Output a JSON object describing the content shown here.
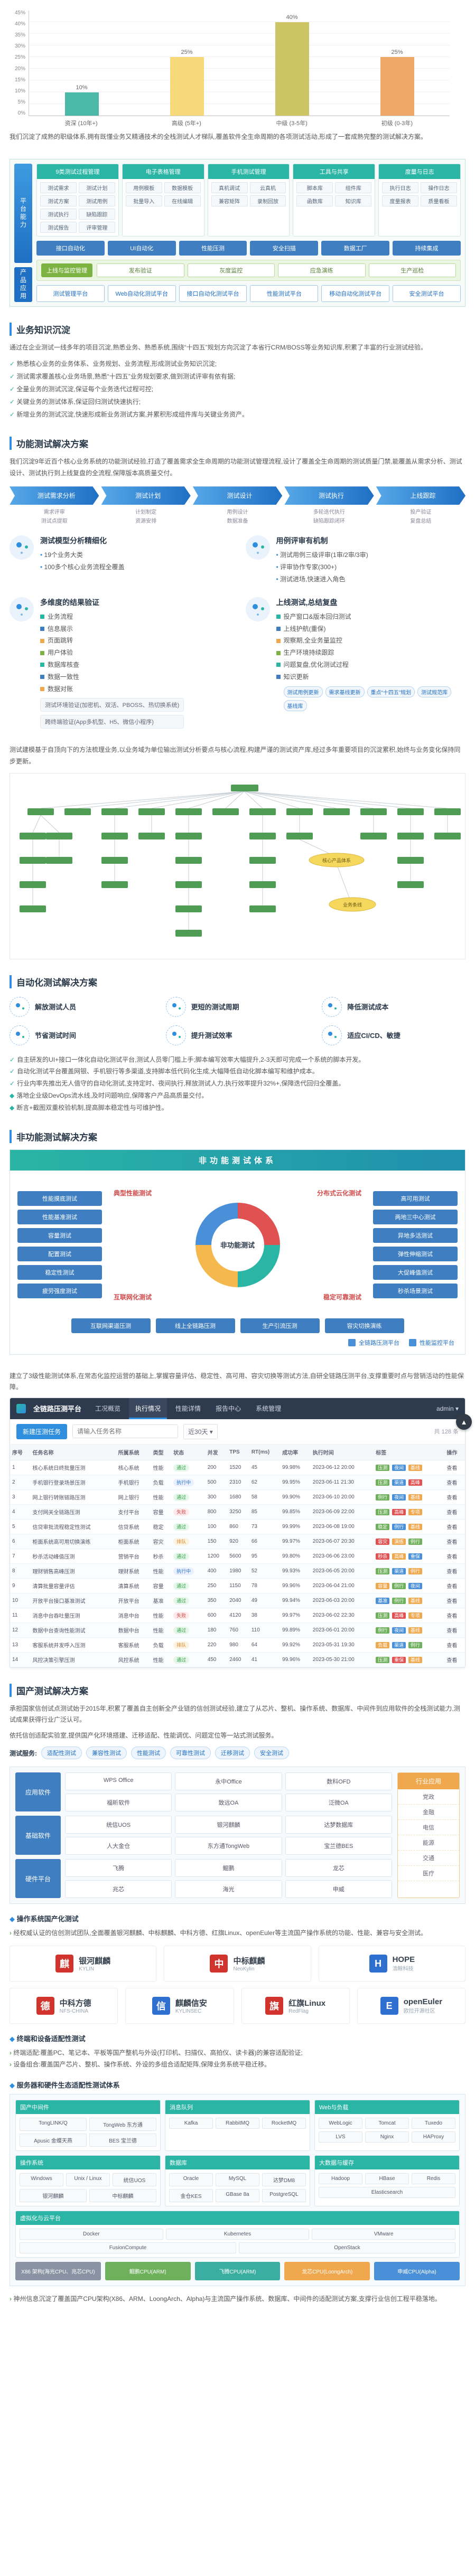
{
  "chart_data": {
    "type": "bar",
    "categories": [
      "资深 (10年+)",
      "高级 (5年+)",
      "中级 (3-5年)",
      "初级 (0-3年)"
    ],
    "values": [
      10,
      25,
      40,
      25
    ],
    "title": "",
    "xlabel": "",
    "ylabel": "",
    "ylim": [
      0,
      45
    ],
    "grid": true,
    "legend": "none"
  },
  "chart": {
    "yticks": [
      "45%",
      "40%",
      "35%",
      "30%",
      "25%",
      "20%",
      "15%",
      "10%",
      "5%",
      "0%"
    ],
    "bars": [
      {
        "label": "资深 (10年+)",
        "display": "10%",
        "cls": "c-teal",
        "h": 22
      },
      {
        "label": "高级 (5年+)",
        "display": "25%",
        "cls": "c-yellow",
        "h": 56
      },
      {
        "label": "中级 (3-5年)",
        "display": "40%",
        "cls": "c-olive",
        "h": 89
      },
      {
        "label": "初级 (0-3年)",
        "display": "25%",
        "cls": "c-orange",
        "h": 56
      }
    ]
  },
  "intro": {
    "text": "我们沉淀了成熟的职级体系,拥有既懂业务又精通技术的全栈测试人才梯队,覆盖软件全生命周期的各项测试活动,形成了一套成熟完整的测试解决方案。"
  },
  "platform": {
    "side_main": "平台能力",
    "side_bottom": "产品应用",
    "cols": [
      {
        "h": "9类测试过程管理",
        "chips": [
          "测试需求",
          "测试计划",
          "测试方案",
          "测试用例",
          "测试执行",
          "缺陷跟踪",
          "测试报告",
          "评审管理"
        ]
      },
      {
        "h": "电子表格管理",
        "chips": [
          "用例模板",
          "数据模板",
          "批量导入",
          "在线编辑"
        ]
      },
      {
        "h": "手机测试管理",
        "chips": [
          "真机调试",
          "云真机",
          "兼容矩阵",
          "录制回放"
        ]
      },
      {
        "h": "工具与共享",
        "chips": [
          "脚本库",
          "组件库",
          "函数库",
          "知识库"
        ]
      },
      {
        "h": "度量与日志",
        "chips": [
          "执行日志",
          "操作日志",
          "度量报表",
          "质量看板"
        ]
      }
    ],
    "blue_row": [
      "接口自动化",
      "UI自动化",
      "性能压测",
      "安全扫描",
      "数据工厂",
      "持续集成"
    ],
    "green": {
      "title": "上线与监控管理",
      "chips": [
        "发布验证",
        "灰度监控",
        "应急演练",
        "生产巡检"
      ]
    },
    "products": [
      "测试管理平台",
      "Web自动化测试平台",
      "接口自动化测试平台",
      "性能测试平台",
      "移动自动化测试平台",
      "安全测试平台"
    ]
  },
  "biz": {
    "title": "业务知识沉淀",
    "intro": "通过在企业测试一线多年的项目沉淀,熟悉业务、熟悉系统,围绕“十四五”规划方向沉淀了本省行CRM/BOSS等业务知识库,积累了丰富的行业测试经验。",
    "checks": [
      "熟悉核心业务的业务体系、业务规划、业务流程,形成测试业务知识沉淀;",
      "测试需求覆盖核心业务场景,熟悉“十四五”业务规划要求,做到测试评审有依有据;",
      "全量业务的测试沉淀,保证每个业务迭代过程可控;",
      "关键业务的测试体系,保证回归测试快速执行;",
      "新增业务的测试沉淀,快速形成新业务测试方案,并累积形成组件库与关键业务资产。"
    ]
  },
  "func": {
    "title": "功能测试解决方案",
    "intro": "我们沉淀9年近百个核心业务系统的功能测试经验,打造了覆盖需求全生命周期的功能测试管理流程,设计了覆盖全生命周期的测试质量门禁,能覆盖从需求分析、测试设计、测试执行到上线复盘的全流程,保障版本高质量交付。",
    "stages": [
      {
        "t": "测试需求分析",
        "subs": [
          "需求评审",
          "测试点提取"
        ]
      },
      {
        "t": "测试计划",
        "subs": [
          "计划制定",
          "资源安排"
        ]
      },
      {
        "t": "测试设计",
        "subs": [
          "用例设计",
          "数据准备"
        ]
      },
      {
        "t": "测试执行",
        "subs": [
          "多轮迭代执行",
          "缺陷跟踪闭环"
        ]
      },
      {
        "t": "上线跟踪",
        "subs": [
          "投产验证",
          "复盘总结"
        ]
      }
    ],
    "model": {
      "t": "测试模型分析精细化",
      "items": [
        "19个业务大类",
        "100多个核心业务流程全覆盖"
      ]
    },
    "review": {
      "t": "用例评审有机制",
      "items": [
        "测试用例三级评审(1审/2审/3审)",
        "评审协作专家(300+)",
        "测试进场,快速进入角色"
      ]
    },
    "verify": {
      "t": "多维度的结果验证",
      "items": [
        {
          "t": "业务流程",
          "c": "sq-teal"
        },
        {
          "t": "信息展示",
          "c": "sq-blue"
        },
        {
          "t": "页面跳转",
          "c": "sq-orange"
        },
        {
          "t": "用户体验",
          "c": "sq-green"
        },
        {
          "t": "数据库核查",
          "c": "sq-teal"
        },
        {
          "t": "数据一致性",
          "c": "sq-blue"
        },
        {
          "t": "数据对账",
          "c": "sq-orange"
        }
      ],
      "notes": [
        "测试环境验证(加密机、双活、PBOSS、热切换系统)",
        "跨终端验证(App多机型、H5、微信小程序)"
      ]
    },
    "online": {
      "t": "上线测试,总结复盘",
      "items": [
        {
          "t": "投产窗口&版本回归测试",
          "c": "sq-teal"
        },
        {
          "t": "上线护航(重保)",
          "c": "sq-blue"
        },
        {
          "t": "观察期,全业务量监控",
          "c": "sq-orange"
        },
        {
          "t": "生产环境持续跟踪",
          "c": "sq-green"
        },
        {
          "t": "问题复盘,优化测试过程",
          "c": "sq-teal"
        },
        {
          "t": "知识更新",
          "c": "sq-blue"
        }
      ],
      "subs": [
        "测试用例更新",
        "需求基线更新",
        "重点“十四五”规划",
        "测试规范库",
        "基线库"
      ]
    }
  },
  "mindmap": {
    "para": "测试建模基于自顶向下的方法梳理业务,以业务域为单位输出测试分析要点与核心流程,构建严谨的测试资产库,经过多年重要项目的沉淀累积,始终与业务变化保持同步更新。",
    "label1": "核心产品体系",
    "label2": "业务条线"
  },
  "auto": {
    "title": "自动化测试解决方案",
    "tiles": [
      "解放测试人员",
      "更短的测试周期",
      "降低测试成本",
      "节省测试时间",
      "提升测试效率",
      "适应CI/CD、敏捷"
    ],
    "lines": [
      {
        "p": "✓",
        "t": "自主研发的UI+接口一体化自动化测试平台,测试人员零门槛上手;脚本编写效率大幅提升,2-3天即可完成一个系统的脚本开发。"
      },
      {
        "p": "✓",
        "t": "自动化测试平台覆盖网银、手机银行等多渠道,支持脚本低代码化生成,大幅降低自动化脚本编写和维护成本。"
      },
      {
        "p": "✓",
        "t": "行业内率先推出无人值守的自动化测试,支持定时、夜间执行,释放测试人力,执行效率提升32%+,保障迭代回归全覆盖。"
      },
      {
        "p": "◆",
        "t": "落地企业级DevOps流水线,及时问题响应,保障客户产品高质量交付。"
      },
      {
        "p": "◆",
        "t": "断言+截图双重校验机制,提高脚本稳定性与可维护性。"
      }
    ]
  },
  "nonfunc": {
    "title": "非功能测试解决方案",
    "banner": "非功能测试体系",
    "center": "非功能测试",
    "quadrants": [
      "典型性能测试",
      "分布式云化测试",
      "互联网化测试",
      "稳定可靠测试"
    ],
    "left": [
      "性能摸底测试",
      "性能基准测试",
      "容量测试",
      "配置测试",
      "稳定性测试",
      "疲劳强度测试"
    ],
    "right": [
      "高可用测试",
      "两地三中心测试",
      "异地多活测试",
      "弹性伸缩测试",
      "大促峰值测试",
      "秒杀场景测试"
    ],
    "bottom": [
      "互联网渠道压测",
      "线上全链路压测",
      "生产引流压测",
      "容灾切换演练"
    ],
    "platforms": [
      "全链路压测平台",
      "性能监控平台"
    ]
  },
  "perf": {
    "intro": "建立了3级性能测试体系,在常态化监控运营的基础上,掌握容量评估、稳定性、高可用、容灾切换等测试方法,自研全链路压测平台,支撑重要时点与营销活动的性能保障。",
    "brand": "全链路压测平台",
    "tabs": [
      {
        "t": "工况概览",
        "cls": ""
      },
      {
        "t": "执行情况",
        "cls": "active"
      },
      {
        "t": "性能详情",
        "cls": ""
      },
      {
        "t": "报告中心",
        "cls": ""
      },
      {
        "t": "系统管理",
        "cls": ""
      }
    ],
    "user": "admin ▾",
    "btn": "新建压测任务",
    "search_ph": "请输入任务名称",
    "filter": "近30天 ▾",
    "total": "共 128 条",
    "view_label": "查看",
    "headers": [
      "序号",
      "任务名称",
      "所属系统",
      "类型",
      "状态",
      "并发",
      "TPS",
      "RT(ms)",
      "成功率",
      "执行时间",
      "标签",
      "操作"
    ],
    "rows": [
      {
        "c": [
          "1",
          "核心系统日终批量压测",
          "核心系统",
          "性能",
          "200",
          "1520",
          "45",
          "99.98%",
          "2023-06-12 20:00"
        ],
        "st": "通过",
        "stc": "ok",
        "tg": [
          {
            "t": "压测",
            "c": "g"
          },
          {
            "t": "夜间",
            "c": "b"
          },
          {
            "t": "基线",
            "c": "o"
          }
        ]
      },
      {
        "c": [
          "2",
          "手机银行登录场景压测",
          "手机银行",
          "负载",
          "500",
          "2310",
          "62",
          "99.95%",
          "2023-06-11 21:30"
        ],
        "st": "执行中",
        "stc": "run",
        "tg": [
          {
            "t": "压测",
            "c": "g"
          },
          {
            "t": "渠道",
            "c": "b"
          },
          {
            "t": "高峰",
            "c": "r"
          }
        ]
      },
      {
        "c": [
          "3",
          "网上银行转账链路压测",
          "网上银行",
          "性能",
          "300",
          "1680",
          "58",
          "99.90%",
          "2023-06-10 20:00"
        ],
        "st": "通过",
        "stc": "ok",
        "tg": [
          {
            "t": "例行",
            "c": "g"
          },
          {
            "t": "夜间",
            "c": "b"
          },
          {
            "t": "基线",
            "c": "o"
          }
        ]
      },
      {
        "c": [
          "4",
          "支付网关全链路压测",
          "支付平台",
          "容量",
          "800",
          "3250",
          "85",
          "99.85%",
          "2023-06-09 22:00"
        ],
        "st": "失败",
        "stc": "fail",
        "tg": [
          {
            "t": "压测",
            "c": "g"
          },
          {
            "t": "高峰",
            "c": "r"
          },
          {
            "t": "专项",
            "c": "o"
          }
        ]
      },
      {
        "c": [
          "5",
          "信贷审批流程稳定性测试",
          "信贷系统",
          "稳定",
          "100",
          "860",
          "73",
          "99.99%",
          "2023-06-08 19:00"
        ],
        "st": "通过",
        "stc": "ok",
        "tg": [
          {
            "t": "稳定",
            "c": "g"
          },
          {
            "t": "例行",
            "c": "b"
          },
          {
            "t": "基线",
            "c": "o"
          }
        ]
      },
      {
        "c": [
          "6",
          "柜面系统高可用切换演练",
          "柜面系统",
          "容灾",
          "150",
          "920",
          "66",
          "99.97%",
          "2023-06-07 20:30"
        ],
        "st": "排队",
        "stc": "wait",
        "tg": [
          {
            "t": "容灾",
            "c": "r"
          },
          {
            "t": "演练",
            "c": "o"
          },
          {
            "t": "例行",
            "c": "g"
          }
        ]
      },
      {
        "c": [
          "7",
          "秒杀活动峰值压测",
          "营销平台",
          "秒杀",
          "1200",
          "5600",
          "95",
          "99.80%",
          "2023-06-06 23:00"
        ],
        "st": "通过",
        "stc": "ok",
        "tg": [
          {
            "t": "秒杀",
            "c": "r"
          },
          {
            "t": "高峰",
            "c": "o"
          },
          {
            "t": "重保",
            "c": "b"
          }
        ]
      },
      {
        "c": [
          "8",
          "理财销售高峰压测",
          "理财系统",
          "性能",
          "400",
          "1980",
          "52",
          "99.93%",
          "2023-06-05 20:00"
        ],
        "st": "执行中",
        "stc": "run",
        "tg": [
          {
            "t": "压测",
            "c": "g"
          },
          {
            "t": "渠道",
            "c": "b"
          },
          {
            "t": "例行",
            "c": "o"
          }
        ]
      },
      {
        "c": [
          "9",
          "清算批量容量评估",
          "清算系统",
          "容量",
          "250",
          "1150",
          "78",
          "99.96%",
          "2023-06-04 21:00"
        ],
        "st": "通过",
        "stc": "ok",
        "tg": [
          {
            "t": "容量",
            "c": "o"
          },
          {
            "t": "例行",
            "c": "g"
          },
          {
            "t": "夜间",
            "c": "b"
          }
        ]
      },
      {
        "c": [
          "10",
          "开放平台接口基准测试",
          "开放平台",
          "基准",
          "350",
          "2040",
          "49",
          "99.94%",
          "2023-06-03 20:00"
        ],
        "st": "通过",
        "stc": "ok",
        "tg": [
          {
            "t": "基准",
            "c": "b"
          },
          {
            "t": "例行",
            "c": "g"
          },
          {
            "t": "基线",
            "c": "o"
          }
        ]
      },
      {
        "c": [
          "11",
          "消息中台吞吐量压测",
          "消息中台",
          "性能",
          "600",
          "4120",
          "38",
          "99.97%",
          "2023-06-02 22:30"
        ],
        "st": "失败",
        "stc": "fail",
        "tg": [
          {
            "t": "压测",
            "c": "g"
          },
          {
            "t": "高峰",
            "c": "r"
          },
          {
            "t": "专项",
            "c": "o"
          }
        ]
      },
      {
        "c": [
          "12",
          "数据中台查询性能测试",
          "数据中台",
          "性能",
          "180",
          "760",
          "110",
          "99.89%",
          "2023-06-01 20:00"
        ],
        "st": "通过",
        "stc": "ok",
        "tg": [
          {
            "t": "例行",
            "c": "g"
          },
          {
            "t": "夜间",
            "c": "b"
          },
          {
            "t": "基线",
            "c": "o"
          }
        ]
      },
      {
        "c": [
          "13",
          "客服系统并发呼入压测",
          "客服系统",
          "负载",
          "220",
          "980",
          "64",
          "99.92%",
          "2023-05-31 19:30"
        ],
        "st": "排队",
        "stc": "wait",
        "tg": [
          {
            "t": "负载",
            "c": "o"
          },
          {
            "t": "渠道",
            "c": "b"
          },
          {
            "t": "例行",
            "c": "g"
          }
        ]
      },
      {
        "c": [
          "14",
          "风控决策引擎压测",
          "风控系统",
          "性能",
          "450",
          "2460",
          "41",
          "99.96%",
          "2023-05-30 21:00"
        ],
        "st": "通过",
        "stc": "ok",
        "tg": [
          {
            "t": "压测",
            "c": "g"
          },
          {
            "t": "重保",
            "c": "r"
          },
          {
            "t": "基线",
            "c": "o"
          }
        ]
      }
    ]
  },
  "domestic": {
    "title": "国产测试解决方案",
    "p1": "承担国家信创试点测试始于2015年,积累了覆盖自主创新全产业链的信创测试经验,建立了从芯片、整机、操作系统、数据库、中间件到应用软件的全栈测试能力,测试成果获得行业广泛认可。",
    "p2": "依托信创适配实验室,提供国产化环境搭建、迁移适配、性能调优、问题定位等一站式测试服务。",
    "svc_label": "测试服务:",
    "services": [
      "适配性测试",
      "兼容性测试",
      "性能测试",
      "可靠性测试",
      "迁移测试",
      "安全测试"
    ],
    "rows": [
      {
        "label": "应用软件",
        "chips": [
          "WPS Office",
          "永中Office",
          "数科OFD",
          "福昕软件",
          "致远OA",
          "泛微OA"
        ]
      },
      {
        "label": "基础软件",
        "chips": [
          "统信UOS",
          "银河麒麟",
          "达梦数据库",
          "人大金仓",
          "东方通TongWeb",
          "宝兰德BES"
        ]
      },
      {
        "label": "硬件平台",
        "chips": [
          "飞腾",
          "鲲鹏",
          "龙芯",
          "兆芯",
          "海光",
          "申威"
        ]
      }
    ],
    "industry": {
      "title": "行业应用",
      "items": [
        "党政",
        "金融",
        "电信",
        "能源",
        "交通",
        "医疗"
      ]
    }
  },
  "os_test": {
    "title": "操作系统国产化测试",
    "para": "经权威认证的信创测试团队,全面覆盖银河麒麟、中标麒麟、中科方德、红旗Linux、openEuler等主流国产操作系统的功能、性能、兼容与安全测试。",
    "row1": [
      {
        "ic": "麒",
        "icc": "lg-red",
        "name": "银河麒麟",
        "sub": "KYLIN"
      },
      {
        "ic": "中",
        "icc": "lg-red",
        "name": "中标麒麟",
        "sub": "NeoKylin"
      },
      {
        "ic": "H",
        "icc": "lg-blue",
        "name": "HOPE",
        "sub": "浩鲸科技"
      }
    ],
    "row2": [
      {
        "ic": "德",
        "icc": "lg-red",
        "name": "中科方德",
        "sub": "NFS-CHINA"
      },
      {
        "ic": "信",
        "icc": "lg-blue",
        "name": "麒麟信安",
        "sub": "KYLINSEC"
      },
      {
        "ic": "旗",
        "icc": "lg-red",
        "name": "红旗Linux",
        "sub": "RedFlag"
      },
      {
        "ic": "E",
        "icc": "lg-blue",
        "name": "openEuler",
        "sub": "欧拉开源社区"
      }
    ]
  },
  "device_test": {
    "title": "终端和设备适配性测试",
    "lines": [
      "终端适配:覆盖PC、笔记本、平板等国产整机与外设(打印机、扫描仪、高拍仪、读卡器)的兼容适配验证;",
      "设备组合:覆盖国产芯片、整机、操作系统、外设的多组合适配矩阵,保障业务系统平稳迁移。"
    ]
  },
  "server_eco": {
    "title": "服务器和硬件生态适配性测试体系",
    "panels": [
      {
        "title": "国产中间件",
        "chips": [
          "TongLINK/Q",
          "TongWeb 东方通",
          "Apusic 金蝶天燕",
          "BES 宝兰德"
        ]
      },
      {
        "title": "消息队列",
        "chips": [
          "Kafka",
          "RabbitMQ",
          "RocketMQ"
        ]
      },
      {
        "title": "Web与负载",
        "chips": [
          "WebLogic",
          "Tomcat",
          "Tuxedo",
          "LVS",
          "Nginx",
          "HAProxy"
        ]
      },
      {
        "title": "操作系统",
        "chips": [
          "Windows",
          "Unix / Linux",
          "统信UOS",
          "银河麒麟",
          "中标麒麟"
        ]
      },
      {
        "title": "数据库",
        "chips": [
          "Oracle",
          "MySQL",
          "达梦DM8",
          "金仓KES",
          "GBase 8a",
          "PostgreSQL"
        ]
      },
      {
        "title": "大数据与缓存",
        "chips": [
          "Hadoop",
          "HBase",
          "Redis",
          "Elasticsearch"
        ]
      },
      {
        "title": "虚拟化与云平台",
        "chips": [
          "Docker",
          "Kubernetes",
          "VMware",
          "FusionCompute",
          "OpenStack"
        ]
      }
    ],
    "cpus": [
      {
        "t": "X86 架构(海光CPU、兆芯CPU)",
        "c": "cpu-gray"
      },
      {
        "t": "鲲鹏CPU(ARM)",
        "c": "cpu-green"
      },
      {
        "t": "飞腾CPU(ARM)",
        "c": "cpu-teal"
      },
      {
        "t": "龙芯CPU(LoongArch)",
        "c": "cpu-orange"
      },
      {
        "t": "申威CPU(Alpha)",
        "c": "cpu-blue"
      }
    ]
  },
  "footer": {
    "text": "神州信息沉淀了覆盖国产CPU架构(X86、ARM、LoongArch、Alpha)与主流国产操作系统、数据库、中间件的适配测试方案,支撑行业信创工程平稳落地。"
  },
  "float": {
    "label": "▲"
  }
}
